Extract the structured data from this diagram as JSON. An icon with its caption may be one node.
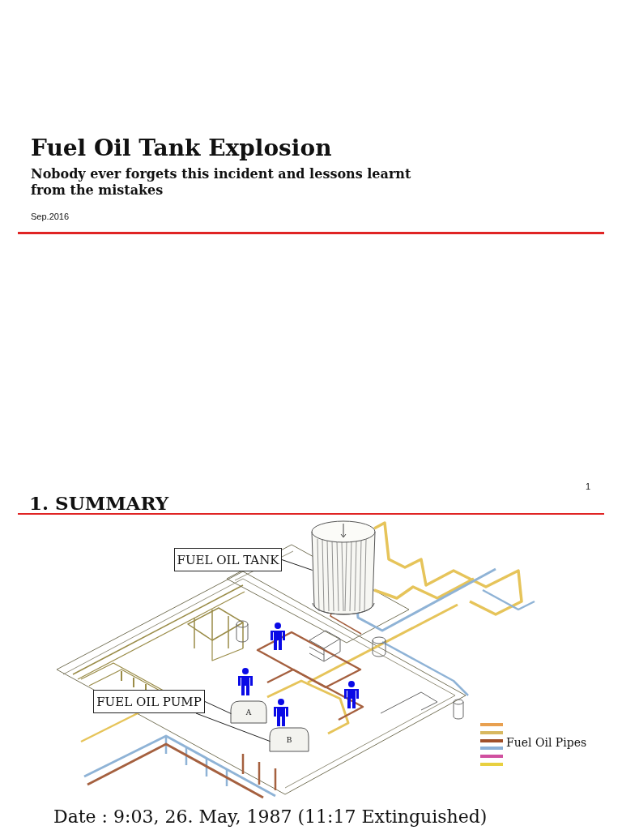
{
  "diagram": {
    "title": "Fuel Oil Tank Explosion",
    "nodes": [
      {
        "text": [
          "FUEL OIL TANK"
        ]
      },
      {
        "text": [],
        "shape": "cylinder"
      },
      {
        "text": [
          "FUEL OIL PUMP"
        ]
      },
      {
        "text": [
          "A"
        ]
      },
      {
        "text": [
          "B"
        ]
      }
    ],
    "edges": [
      {
        "from": 0,
        "to": 1,
        "arrow": "none"
      },
      {
        "from": 2,
        "to": 3,
        "arrow": "none"
      },
      {
        "from": 2,
        "to": 4,
        "arrow": "none"
      }
    ],
    "labels": [
      "Nobody ever forgets this incident and lessons learnt from the mistakes",
      "Sep.2016",
      "1",
      "1. SUMMARY",
      "Date : 9:03, 26. May, 1987 (11:17 Extinguished)"
    ],
    "legend": [
      {
        "text": "Fuel Oil Pipes"
      }
    ]
  }
}
